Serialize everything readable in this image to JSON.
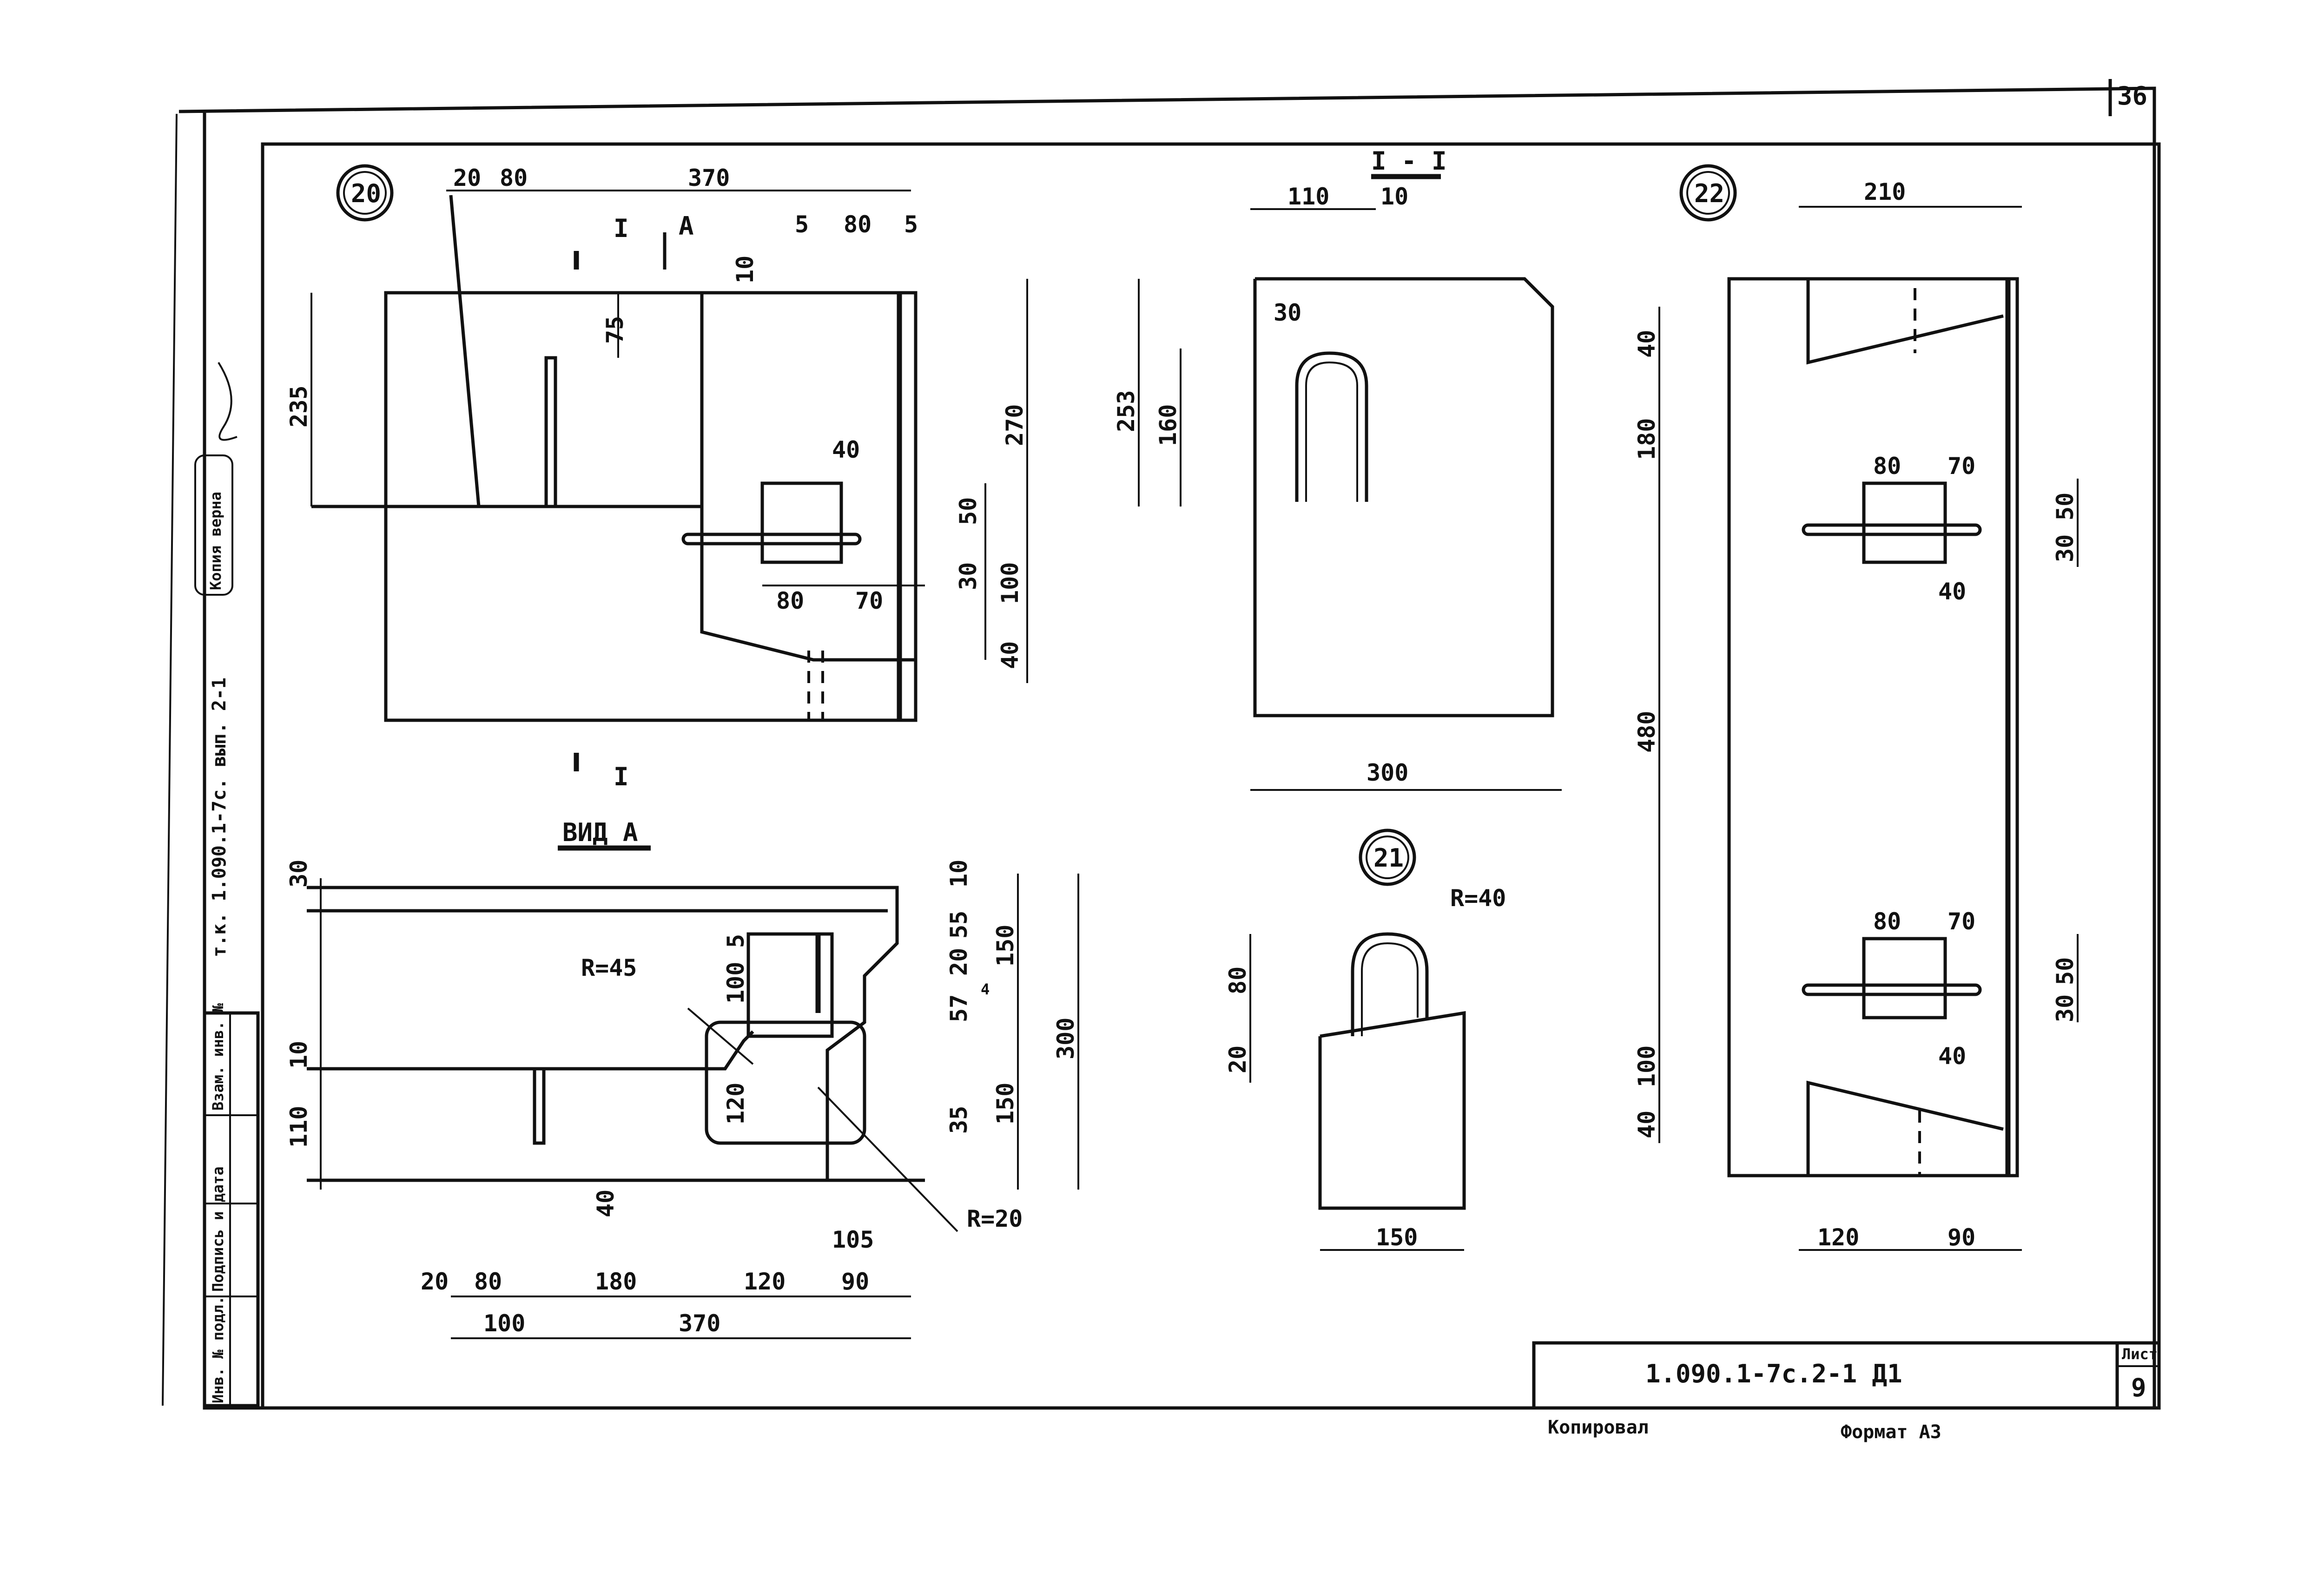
{
  "sheet": {
    "page_number": "36",
    "doc_code": "1.090.1-7с.2-1 Д1",
    "sheet_label": "Лист",
    "sheet_number": "9",
    "copied_by": "Копировал",
    "format": "Формат А3"
  },
  "side_stamp": {
    "doc_ref": "т.к. 1.090.1-7с. вып. 2-1",
    "stamp": "Копия верна",
    "cols": [
      "Инв. № подл.",
      "Подпись и дата",
      "Взам. инв. №"
    ]
  },
  "details": [
    {
      "id": "20"
    },
    {
      "id": "21"
    },
    {
      "id": "22"
    }
  ],
  "views": {
    "section": "I - I",
    "view_a": "ВИД А",
    "cut_mark": "I",
    "arrow_a": "A"
  },
  "dims_20": [
    "20",
    "80",
    "370",
    "5",
    "80",
    "5",
    "10",
    "75",
    "235",
    "270",
    "40",
    "50",
    "30",
    "100",
    "80",
    "70",
    "40"
  ],
  "dims_va": [
    "30",
    "10",
    "55",
    "20",
    "4",
    "57",
    "150",
    "300",
    "5",
    "100",
    "R=45",
    "10",
    "110",
    "120",
    "150",
    "35",
    "40",
    "R=20",
    "105",
    "20",
    "80",
    "180",
    "120",
    "90",
    "100",
    "370"
  ],
  "dims_s1": [
    "110",
    "10",
    "30",
    "253",
    "160",
    "300"
  ],
  "dims_21": [
    "R=40",
    "80",
    "20",
    "150"
  ],
  "dims_22": [
    "210",
    "40",
    "180",
    "80",
    "70",
    "50",
    "30",
    "40",
    "480",
    "80",
    "70",
    "50",
    "30",
    "40",
    "100",
    "40",
    "120",
    "90"
  ]
}
